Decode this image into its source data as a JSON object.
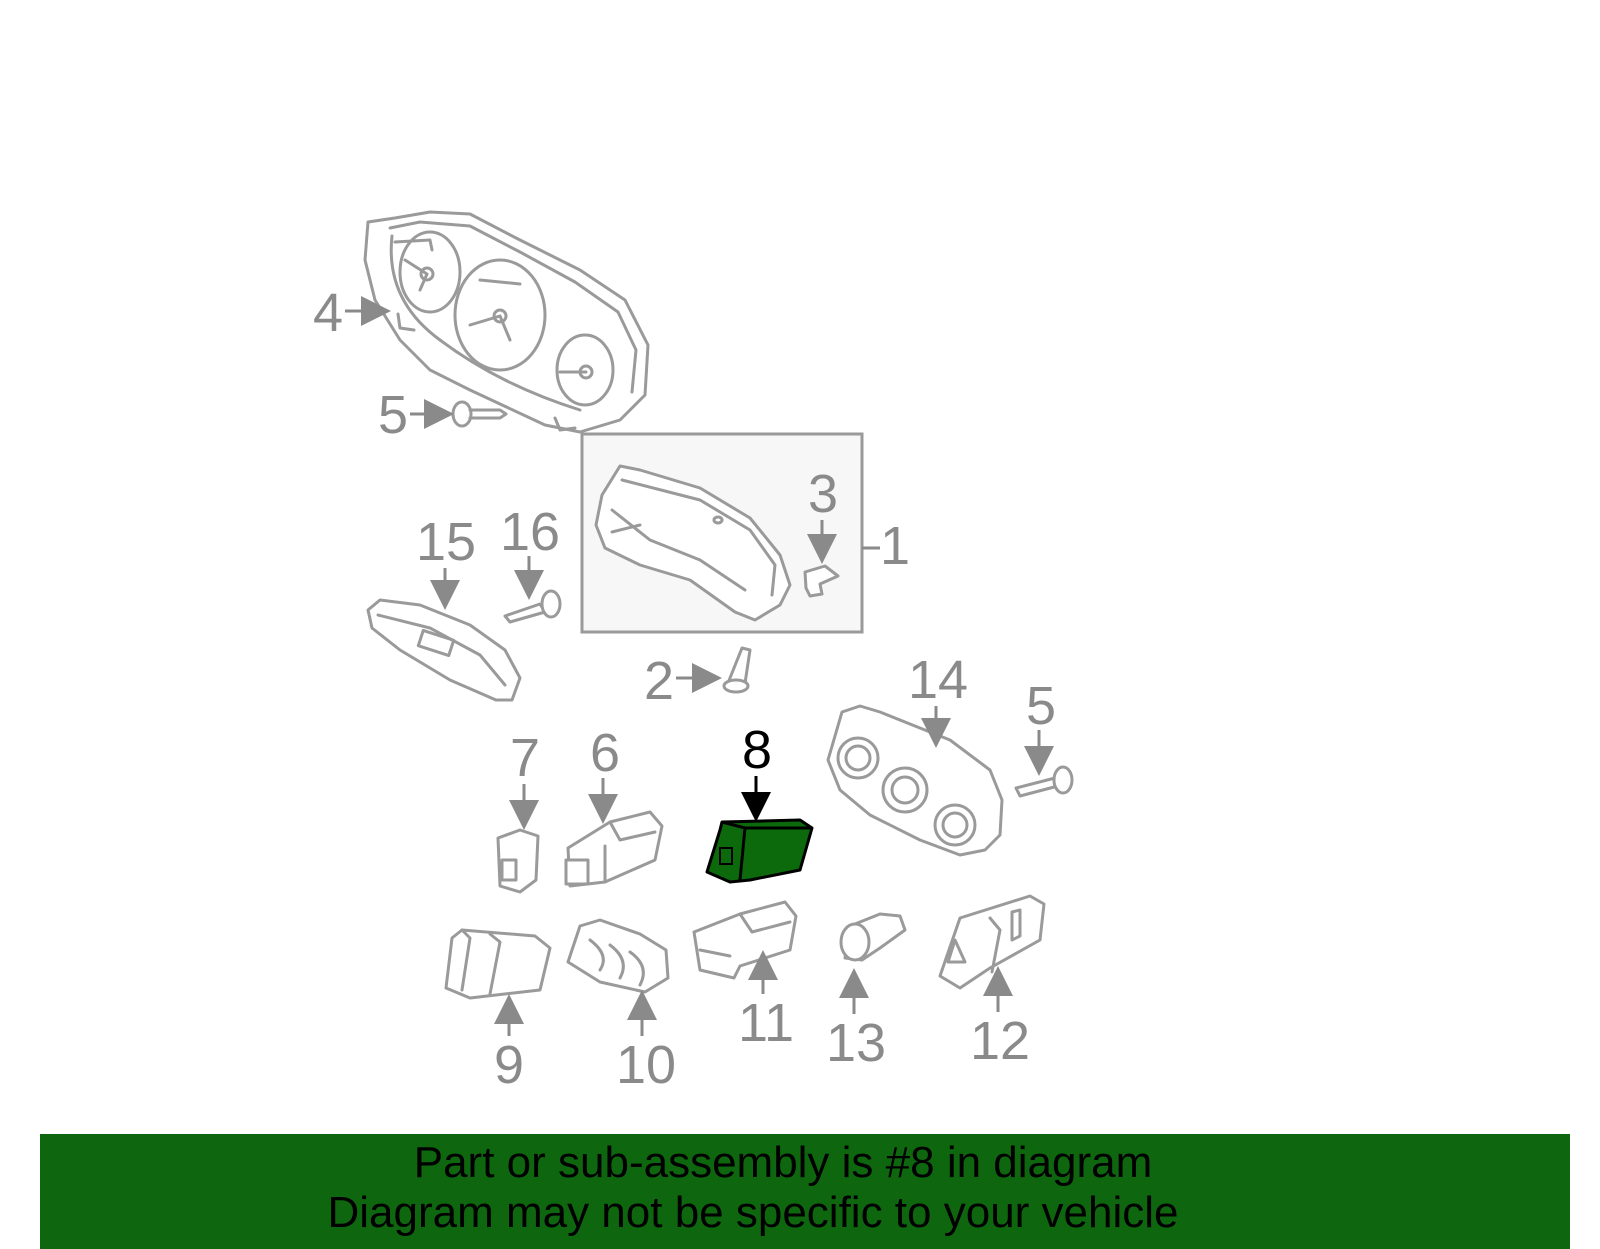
{
  "callouts": {
    "c1": "1",
    "c2": "2",
    "c3": "3",
    "c4": "4",
    "c5a": "5",
    "c5b": "5",
    "c6": "6",
    "c7": "7",
    "c8": "8",
    "c9": "9",
    "c10": "10",
    "c11": "11",
    "c12": "12",
    "c13": "13",
    "c14": "14",
    "c15": "15",
    "c16": "16"
  },
  "highlight": {
    "part": "8",
    "color": "#0c6a0c"
  },
  "banner": {
    "line1": "Part or sub-assembly is #8 in diagram",
    "line2": "Diagram may not be specific to your vehicle",
    "background": "#0e660e"
  }
}
